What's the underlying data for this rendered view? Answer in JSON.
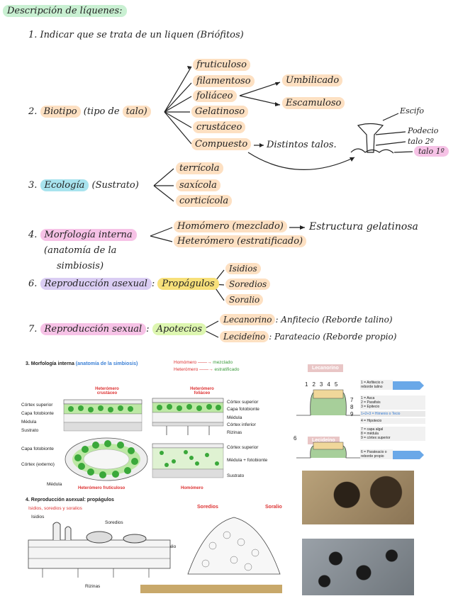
{
  "title": "Descripción de líquenes:",
  "item1": "1. Indicar que se trata de un liquen (Briófitos)",
  "item2": {
    "num": "2.",
    "label": "Biotipo",
    "paren": "(tipo de",
    "talo": "talo)",
    "types": [
      "fruticuloso",
      "filamentoso",
      "foliáceo",
      "Gelatinoso",
      "crustáceo",
      "Compuesto"
    ],
    "sub": [
      "Umbilicado",
      "Escamuloso"
    ],
    "compuesto_to": "Distintos talos.",
    "parts": [
      "Escifo",
      "Podecio",
      "talo 2º",
      "talo 1º"
    ]
  },
  "item3": {
    "num": "3.",
    "label": "Ecología",
    "paren": "(Sustrato)",
    "types": [
      "terrícola",
      "saxícola",
      "corticícola"
    ]
  },
  "item4": {
    "num": "4.",
    "label": "Morfología interna",
    "line2": "(anatomía de la",
    "line3": "simbiosis)",
    "a": "Homómero (mezclado)",
    "a_to": "Estructura gelatinosa",
    "b": "Heterómero (estratificado)"
  },
  "item6": {
    "num": "6.",
    "label": "Reproducción asexual",
    "colon": ":",
    "prop": "Propágulos",
    "types": [
      "Isidios",
      "Soredios",
      "Soralio"
    ]
  },
  "item7": {
    "num": "7.",
    "label": "Reproducción sexual",
    "colon": ":",
    "apo": "Apotecios",
    "a": "Lecanorino",
    "a_def": ": Anfitecio (Reborde talino)",
    "b": "Lecideíno",
    "b_def": ": Parateacio (Reborde propio)"
  },
  "fig1": {
    "title": "3. Morfología interna",
    "title2": "(anatomía de la simbiosis)",
    "legend_a": "Homómero",
    "legend_a2": "mezclado",
    "legend_b": "Heterómero",
    "legend_b2": "estratificado",
    "h_crust": "Heterómero crustáceo",
    "h_fol": "Heterómero foliáceo",
    "h_frut": "Heterómero fruticuloso",
    "homo": "Homómero",
    "left_labels": [
      "Córtex superior",
      "Capa fotobionte",
      "Médula",
      "Sustrato"
    ],
    "right_labels": [
      "Córtex superior",
      "Capa fotobionte",
      "Médula",
      "Córtex inferior",
      "Rizinas"
    ],
    "frut_labels": [
      "Capa fotobionte",
      "Córtex (externo)",
      "Médula"
    ],
    "homo_labels": [
      "Córtex superior",
      "Médula + fotobionte",
      "Sustrato"
    ]
  },
  "fig2": {
    "title": "4. Reproducción asexual: propágulos",
    "sub": "Isidios, soredios y soralios",
    "labels": [
      "Isidios",
      "Soredios",
      "Soralio",
      "Rizinas"
    ],
    "r_labels": [
      "Soredios",
      "Soralio"
    ]
  },
  "fig3": {
    "lecanorino": "Lecanorino",
    "lecideino": "Lecideíno",
    "nums_top": [
      "1",
      "2",
      "3",
      "4",
      "5"
    ],
    "nums_side": [
      "7",
      "8",
      "9"
    ],
    "num6": "6",
    "box1": "1 = Anfitecio o reborde talino",
    "box2a": "1 = Asca",
    "box2b": "2 = Parafisis",
    "box2c": "3 = Epitecio",
    "box3": "1+2+3 = Himenio o Tecio",
    "box4": "4 = Hipotecio",
    "box5a": "7 = capa algal",
    "box5b": "8 = médula",
    "box5c": "9 = córtex superior",
    "box6": "6 = Parateacio o reborde propio"
  },
  "colors": {
    "green": "#c9f0d2",
    "orange": "#fde0c2",
    "blue": "#a8e3ee",
    "purple": "#dacdf3",
    "pink": "#f6c2e6",
    "yellow": "#f7e07a"
  }
}
